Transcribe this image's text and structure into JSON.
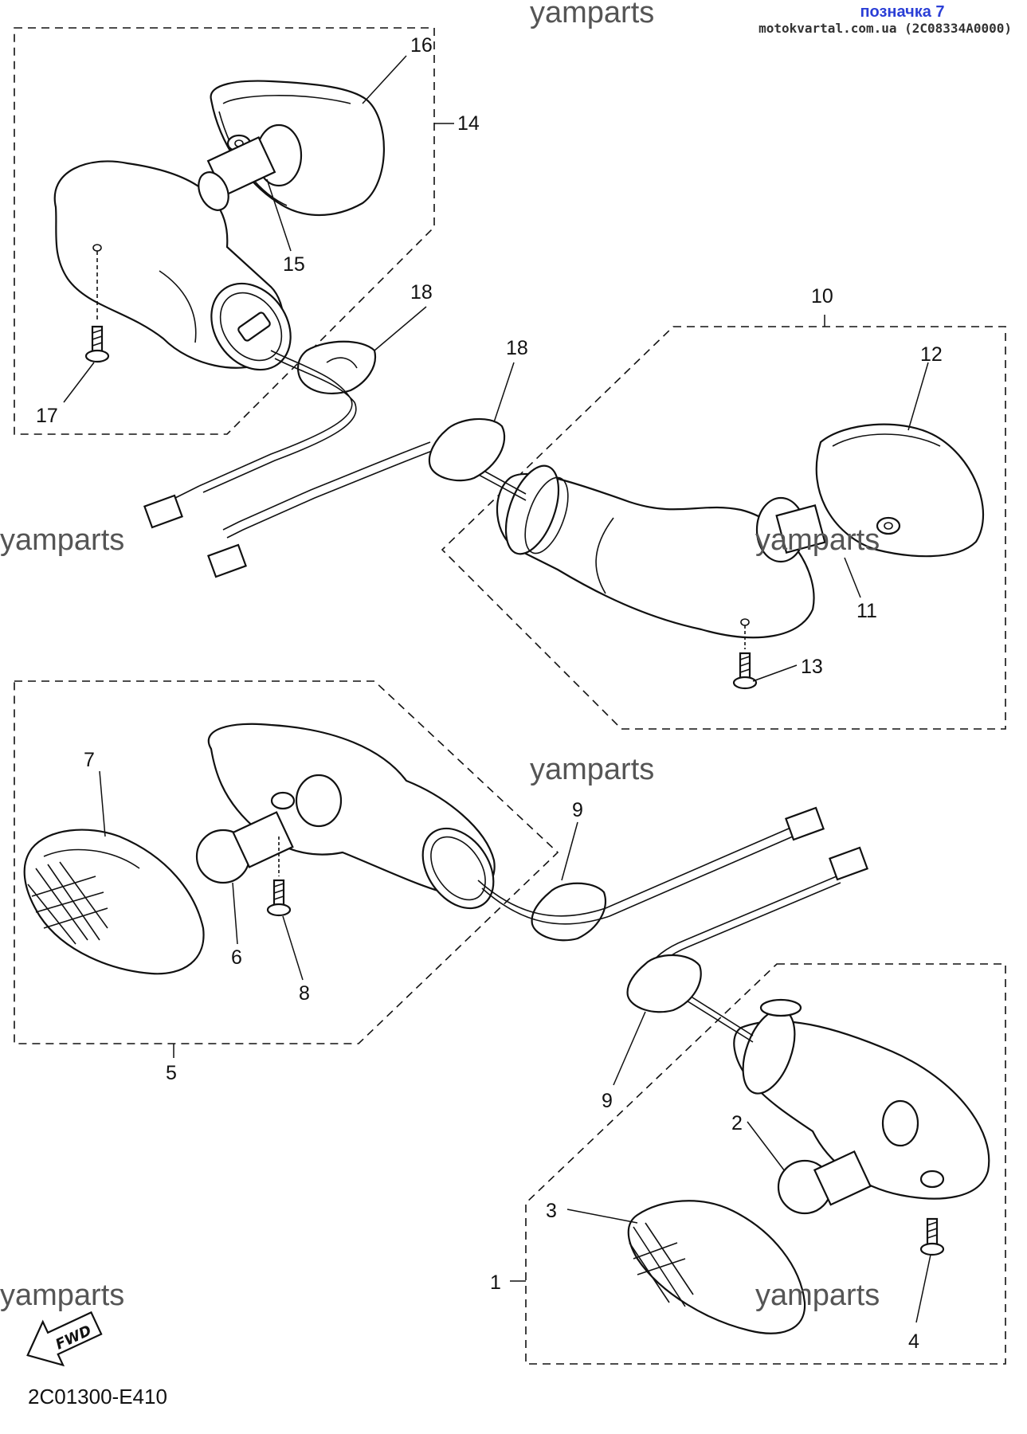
{
  "header": {
    "marker": "позначка 7",
    "site": "motokvartal.com.ua (2C08334A0000)"
  },
  "watermark": "yamparts",
  "diagram_code": "2C01300-E410",
  "fwd_label": "FWD",
  "callouts": {
    "c1": "1",
    "c2": "2",
    "c3": "3",
    "c4": "4",
    "c5": "5",
    "c6": "6",
    "c7": "7",
    "c8": "8",
    "c9a": "9",
    "c9b": "9",
    "c10": "10",
    "c11": "11",
    "c12": "12",
    "c13": "13",
    "c14": "14",
    "c15": "15",
    "c16": "16",
    "c17": "17",
    "c18a": "18",
    "c18b": "18"
  }
}
